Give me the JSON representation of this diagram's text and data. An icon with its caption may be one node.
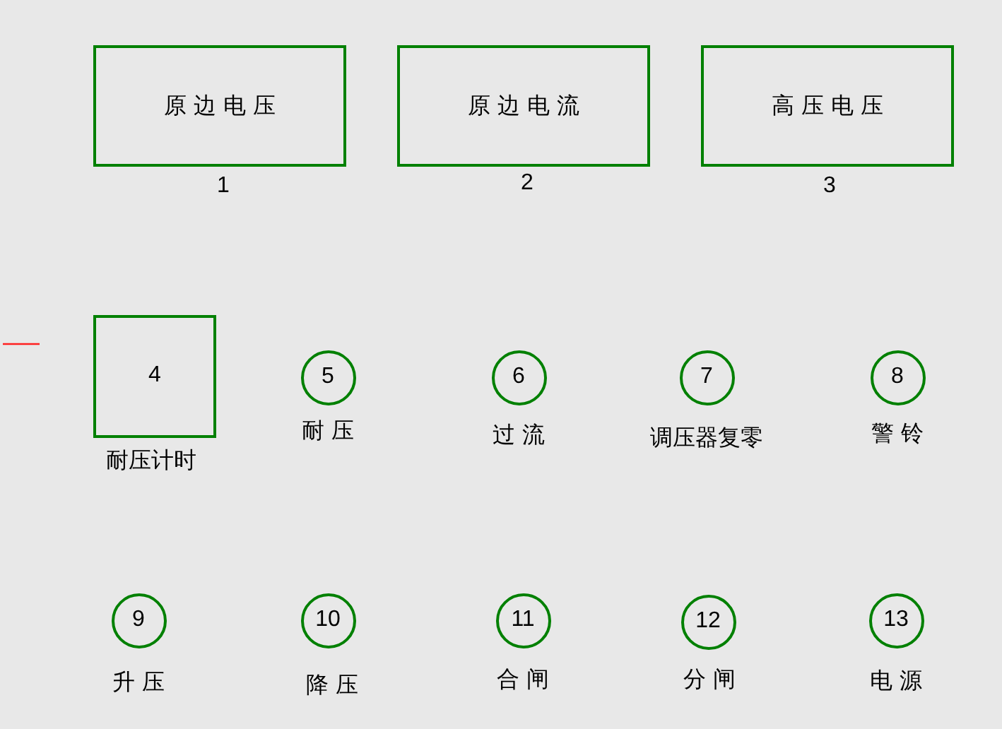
{
  "diagram": {
    "nodes": [
      {
        "text": [
          "原 边 电 压"
        ],
        "beside": [
          "1"
        ]
      },
      {
        "text": [
          "原 边 电 流"
        ],
        "beside": [
          "2"
        ]
      },
      {
        "text": [
          "高 压 电 压"
        ],
        "beside": [
          "3"
        ]
      },
      {
        "text": [
          "4"
        ],
        "beside": [
          "耐压计时"
        ]
      },
      {
        "text": [
          "5"
        ],
        "beside": [
          "耐 压"
        ]
      },
      {
        "text": [
          "6"
        ],
        "beside": [
          "过 流"
        ]
      },
      {
        "text": [
          "7"
        ],
        "beside": [
          "调压器复零"
        ]
      },
      {
        "text": [
          "8"
        ],
        "beside": [
          "警 铃"
        ]
      },
      {
        "text": [
          "9"
        ],
        "beside": [
          "升 压"
        ]
      },
      {
        "text": [
          "10"
        ],
        "beside": [
          "降 压"
        ]
      },
      {
        "text": [
          "11"
        ],
        "beside": [
          "合 闸"
        ]
      },
      {
        "text": [
          "12"
        ],
        "beside": [
          "分 闸"
        ]
      },
      {
        "text": [
          "13"
        ],
        "beside": [
          "电 源"
        ]
      }
    ]
  }
}
